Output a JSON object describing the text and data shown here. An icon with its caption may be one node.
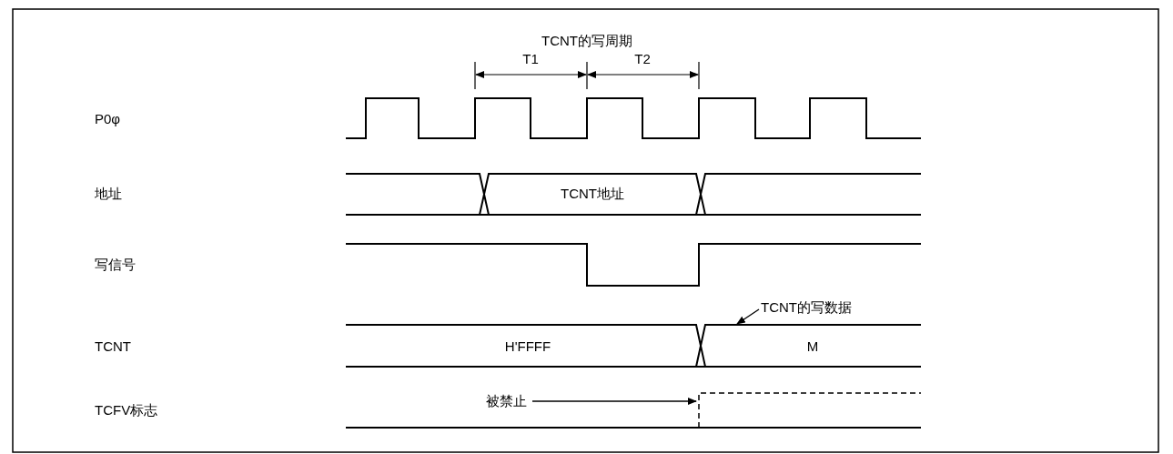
{
  "diagram": {
    "nodes": [
      {
        "text": [
          "TCNT的写数据"
        ]
      },
      {
        "text": [
          "被禁止"
        ]
      }
    ],
    "edges": [
      {
        "from": 0,
        "to": null,
        "arrow": "to"
      },
      {
        "from": 1,
        "to": null,
        "arrow": "to"
      }
    ],
    "labels": [
      "TCNT的写周期",
      "T1",
      "T2",
      "P0φ",
      "地址",
      "TCNT地址",
      "写信号",
      "TCNT",
      "H'FFFF",
      "M",
      "TCFV标志"
    ]
  }
}
